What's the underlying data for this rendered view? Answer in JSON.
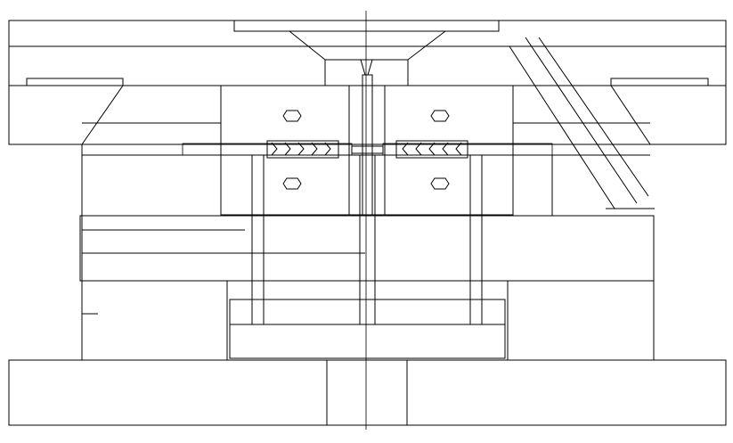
{
  "drawing": {
    "kind": "mold-assembly-cross-section",
    "colors": {
      "background": "#ffffff",
      "line": "#000000"
    },
    "components": [
      "top-clamp-plate",
      "sprue-bushing",
      "locating-ring",
      "cavity-plate",
      "core-inserts",
      "part-cavity",
      "ejector-pins",
      "support-plate",
      "ejector-plate",
      "bottom-clamp-plate",
      "center-line",
      "angled-guide"
    ]
  }
}
